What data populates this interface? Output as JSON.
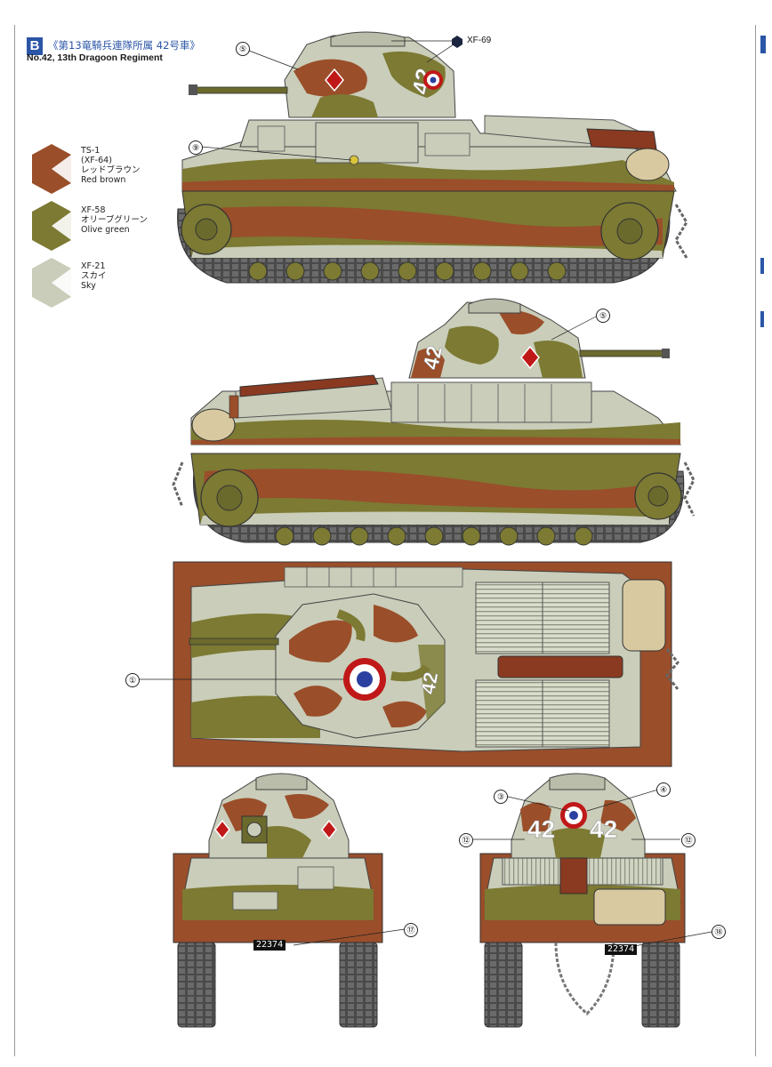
{
  "header": {
    "badge": "B",
    "title_jp": "《第13竜騎兵連隊所属 42号車》",
    "title_en": "No.42, 13th Dragoon Regiment"
  },
  "colors": {
    "red_brown": "#9a4e2a",
    "olive_green": "#7c7a33",
    "sky": "#c9cdb9",
    "accent_blue": "#2b55a6"
  },
  "legend": [
    {
      "code": "TS-1",
      "code2": "(XF-64)",
      "jp": "レッドブラウン",
      "en": "Red brown",
      "color": "#9a4e2a"
    },
    {
      "code": "XF-58",
      "jp": "オリーブグリーン",
      "en": "Olive green",
      "color": "#7c7a33"
    },
    {
      "code": "XF-21",
      "jp": "スカイ",
      "en": "Sky",
      "color": "#c9cdb9"
    }
  ],
  "labels": {
    "xf69": "XF-69",
    "c5": "⑤",
    "c9": "⑨",
    "c1": "①",
    "c3": "③",
    "c4": "④",
    "c12": "⑫",
    "c17": "⑰",
    "c18": "⑱",
    "num42": "42",
    "plate": "22374"
  }
}
